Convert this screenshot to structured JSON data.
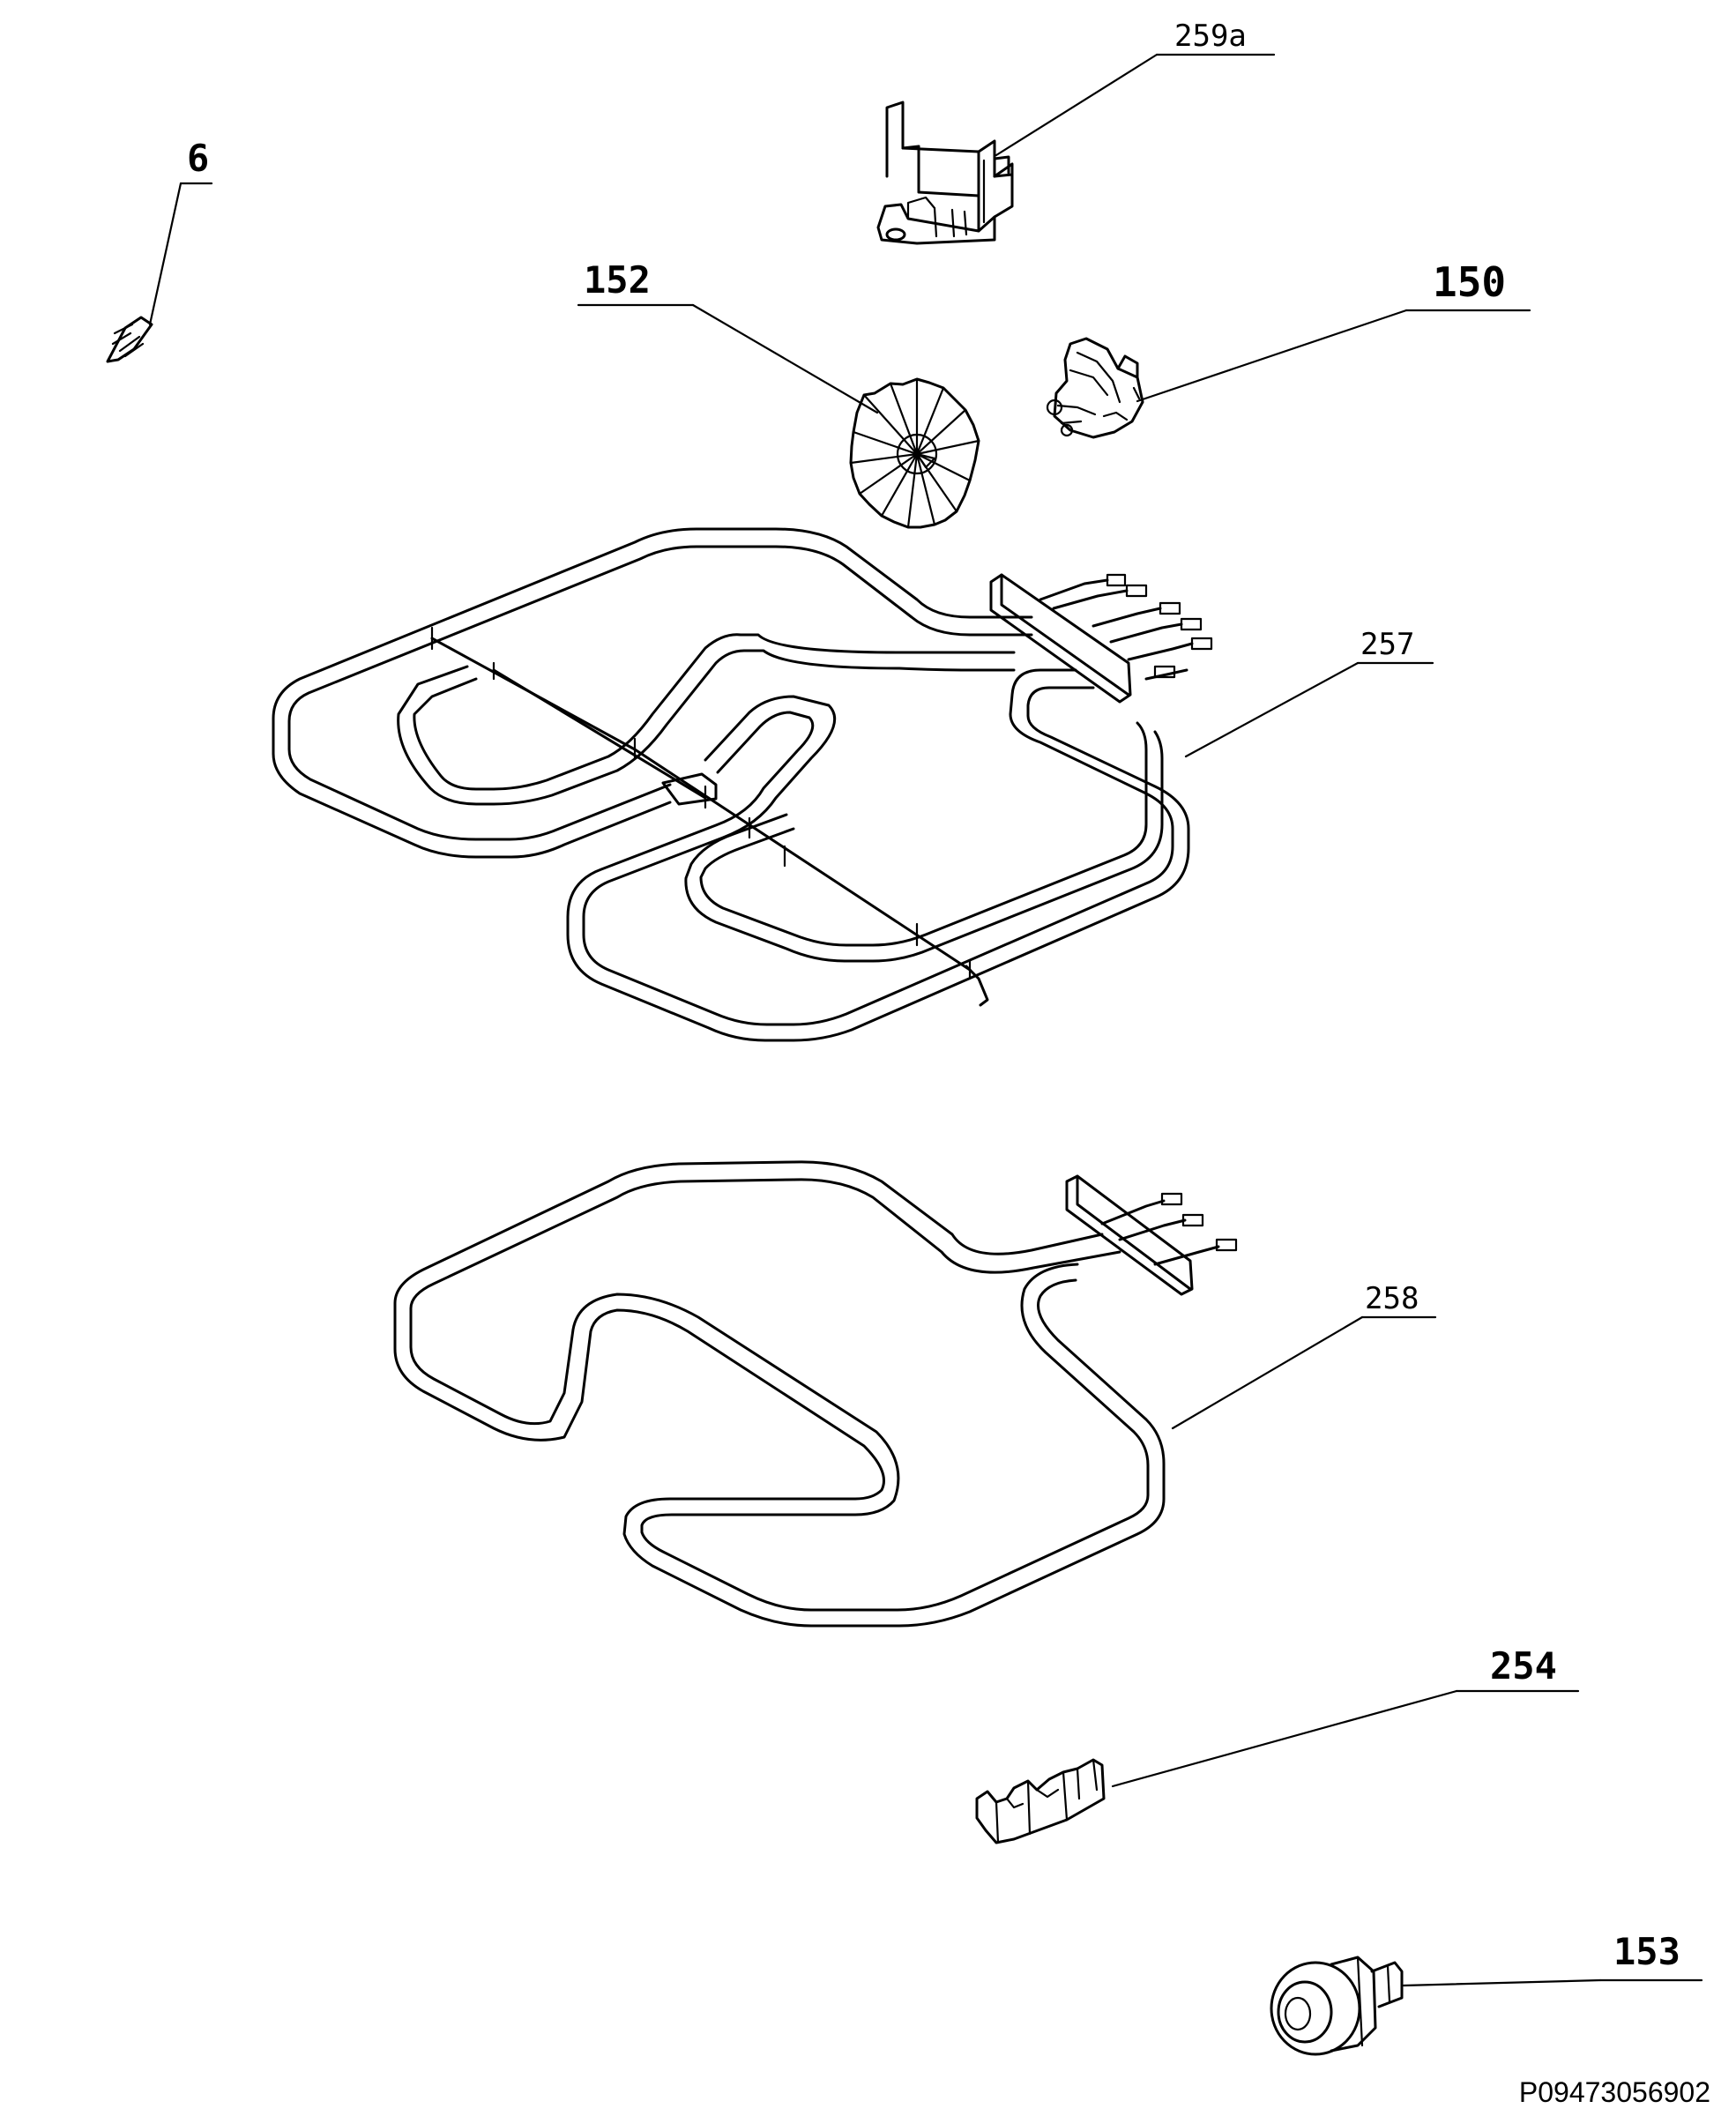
{
  "labels": {
    "part_6": "6",
    "part_259a": "259a",
    "part_152": "152",
    "part_150": "150",
    "part_257": "257",
    "part_258": "258",
    "part_254": "254",
    "part_153": "153"
  },
  "document_id": "P09473056902"
}
